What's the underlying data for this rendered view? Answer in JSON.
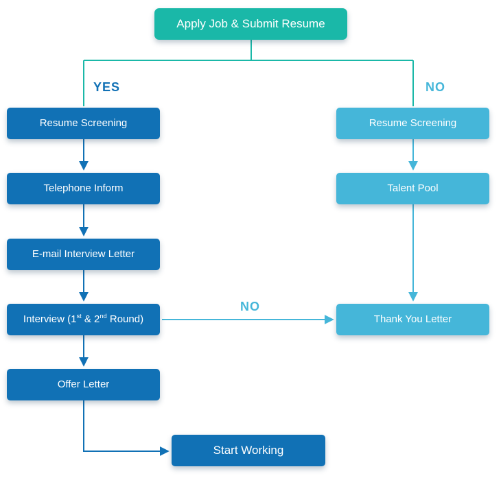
{
  "colors": {
    "teal": "#1ab8a8",
    "dark_blue": "#1171b5",
    "light_blue": "#45b6d9"
  },
  "top": {
    "label": "Apply Job & Submit Resume"
  },
  "branch_labels": {
    "yes": "YES",
    "no_right": "NO",
    "no_middle": "NO"
  },
  "left_column": [
    {
      "label": "Resume Screening"
    },
    {
      "label": "Telephone Inform"
    },
    {
      "label": "E-mail Interview Letter"
    },
    {
      "label": "Interview (1st & 2nd Round)",
      "parts": [
        "Interview (1",
        "st",
        " & 2",
        "nd",
        " Round)"
      ]
    },
    {
      "label": "Offer Letter"
    }
  ],
  "right_column": [
    {
      "label": "Resume Screening"
    },
    {
      "label": "Talent Pool"
    },
    {
      "label": "Thank You Letter"
    }
  ],
  "final": {
    "label": "Start Working"
  }
}
